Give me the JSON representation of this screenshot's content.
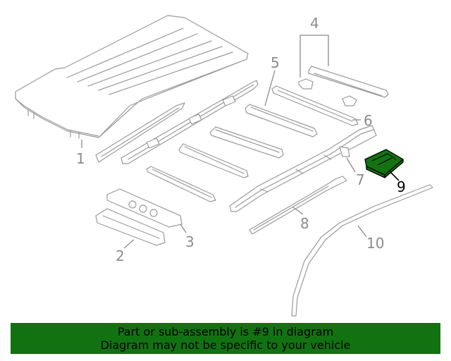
{
  "diagram": {
    "callouts": [
      "1",
      "2",
      "3",
      "4",
      "5",
      "6",
      "7",
      "8",
      "9",
      "10"
    ],
    "highlighted_part": "9",
    "highlight_color": "#137313",
    "banner_color": "#127212"
  },
  "banner": {
    "line1": "Part or sub-assembly is #9 in diagram",
    "line2": "Diagram may not be specific to your vehicle"
  }
}
